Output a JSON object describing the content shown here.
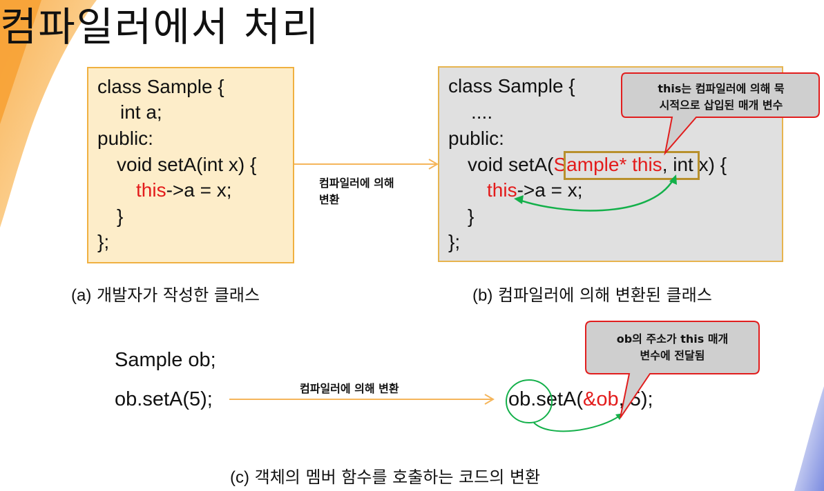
{
  "title": "컴파일러에서 처리",
  "panel_a": {
    "lines": [
      "class Sample {",
      "int a;",
      "public:",
      "void setA(int x) {",
      "this",
      "->a = x;",
      "}",
      "};"
    ],
    "caption_prefix": "(a)",
    "caption": "개발자가 작성한 클래스"
  },
  "arrow1_label": [
    "컴파일러에 의해",
    "변환"
  ],
  "panel_b": {
    "lines": [
      "class Sample {",
      "....",
      "public:",
      "void setA(",
      "Sample* this",
      ", int x) {",
      "this",
      "->a = x;",
      "}",
      "};"
    ],
    "caption_prefix": "(b)",
    "caption": "컴파일러에 의해 변환된 클래스",
    "callout": [
      "this는 컴파일러에 의해 묵",
      "시적으로 삽입된 매개 변수"
    ]
  },
  "panel_c": {
    "line1": "Sample ob;",
    "line2": "ob.setA(5);",
    "arrow_label": "컴파일러에 의해 변환",
    "result_prefix": "ob.setA(",
    "result_red": "&ob",
    "result_suffix": ", 5);",
    "callout": [
      "ob의 주소가 this 매개",
      "변수에 전달됨"
    ],
    "caption_prefix": "(c)",
    "caption": "객체의 멤버 함수를 호출하는 코드의 변환"
  },
  "colors": {
    "accent_red": "#e31b1b",
    "callout_fill": "#cfcfcf",
    "callout_border": "#e11d1d",
    "arrow_orange": "#f5b55a",
    "curve_green": "#13b04a",
    "box_a_fill": "#fdedc9",
    "box_b_fill": "#e0e0e0"
  }
}
